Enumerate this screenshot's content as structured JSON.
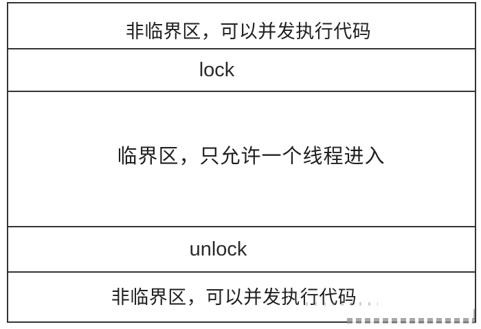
{
  "colors": {
    "background": "#ffffff",
    "border": "#333333",
    "text_zh": "#1f1f1f",
    "text_en": "#2a2a2a",
    "watermark": "#a8a8a8"
  },
  "diagram": {
    "rows": [
      {
        "id": "noncritical-top",
        "label": "非临界区，可以并发执行代码"
      },
      {
        "id": "lock",
        "label": "lock"
      },
      {
        "id": "critical",
        "label": "临界区，只允许一个线程进入"
      },
      {
        "id": "unlock",
        "label": "unlock"
      },
      {
        "id": "noncritical-bottom",
        "label": "非临界区，可以并发执行代码"
      }
    ]
  }
}
